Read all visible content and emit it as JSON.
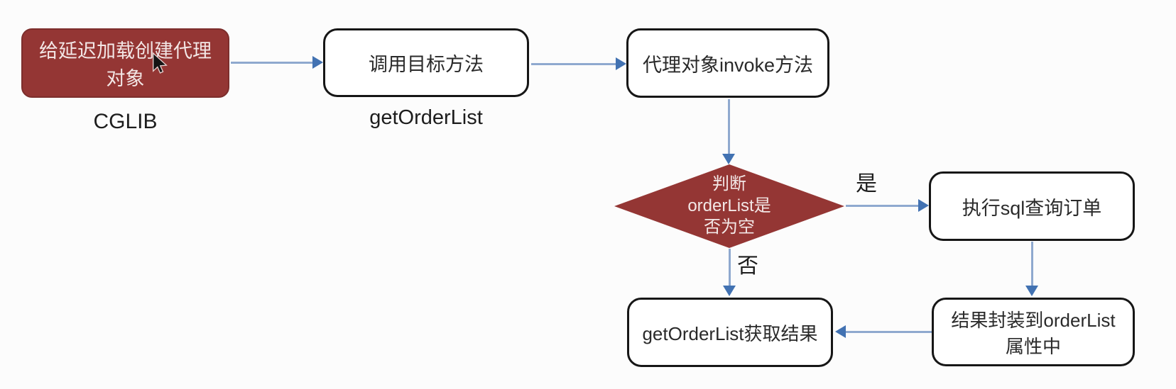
{
  "colors": {
    "canvas_bg": "#fcfcfc",
    "red_fill": "#943634",
    "red_border": "#7c2e2c",
    "red_text": "#f3e7e6",
    "box_fill": "#ffffff",
    "box_border": "#161616",
    "box_text": "#2a2a2a",
    "line": "#8fa9cf",
    "arrowhead": "#4272b2",
    "caption_text": "#1d1d1d"
  },
  "icons": {
    "cursor": "arrow-pointer"
  },
  "nodes": [
    {
      "id": "create-proxy",
      "shape": "rounded-rect",
      "style": "red",
      "label": "给延迟加载创建代理\n对象",
      "sublabel": "CGLIB"
    },
    {
      "id": "call-target-method",
      "shape": "rounded-rect",
      "style": "white",
      "label": "调用目标方法",
      "sublabel": "getOrderList"
    },
    {
      "id": "proxy-invoke",
      "shape": "rounded-rect",
      "style": "white",
      "label": "代理对象invoke方法"
    },
    {
      "id": "check-orderlist-empty",
      "shape": "diamond",
      "style": "red",
      "label": "判断\norderList是\n否为空"
    },
    {
      "id": "execute-sql",
      "shape": "rounded-rect",
      "style": "white",
      "label": "执行sql查询订单"
    },
    {
      "id": "get-result",
      "shape": "rounded-rect",
      "style": "white",
      "label": "getOrderList获取结果"
    },
    {
      "id": "wrap-result",
      "shape": "rounded-rect",
      "style": "white",
      "label": "结果封装到orderList\n属性中"
    }
  ],
  "edges": {
    "yes_label": "是",
    "no_label": "否"
  }
}
